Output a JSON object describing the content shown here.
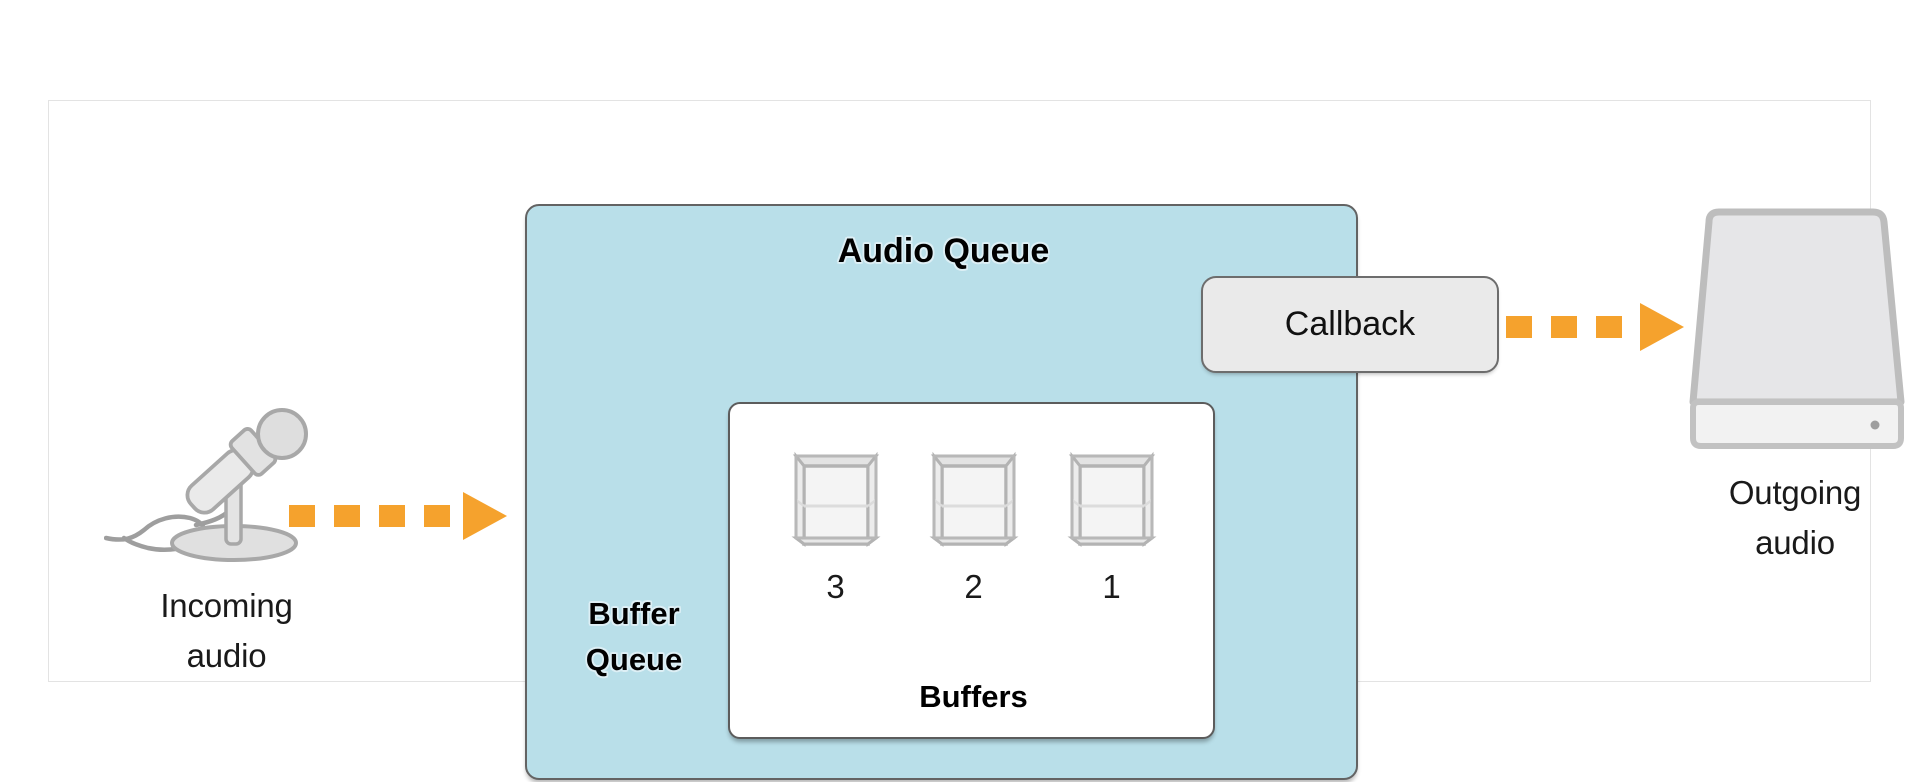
{
  "diagram": {
    "title_implicit": "Audio Queue buffer flow",
    "audio_queue": {
      "title": "Audio Queue",
      "buffer_queue_label": "Buffer\nQueue",
      "buffer_queue_line1": "Buffer",
      "buffer_queue_line2": "Queue",
      "buffers_panel": {
        "label": "Buffers",
        "items": [
          {
            "number": "3",
            "icon": "buffer-box-icon"
          },
          {
            "number": "2",
            "icon": "buffer-box-icon"
          },
          {
            "number": "1",
            "icon": "buffer-box-icon"
          }
        ]
      }
    },
    "callback": {
      "label": "Callback"
    },
    "incoming": {
      "icon": "microphone-icon",
      "label_line1": "Incoming",
      "label_line2": "audio"
    },
    "outgoing": {
      "icon": "hard-drive-icon",
      "label_line1": "Outgoing",
      "label_line2": "audio"
    },
    "arrows": [
      {
        "name": "incoming-arrow",
        "direction": "right",
        "style": "dashed"
      },
      {
        "name": "outgoing-arrow",
        "direction": "right",
        "style": "dashed"
      }
    ],
    "colors": {
      "audio_queue_fill": "#b9dfe9",
      "arrow_orange": "#F5A22D",
      "panel_border": "#636363",
      "callback_fill": "#eaeaea",
      "icon_gray_stroke": "#aaaaaa",
      "icon_gray_fill": "#e8e8e8",
      "frame_border": "#e3e3e3",
      "text_black": "#1a1a1a"
    }
  }
}
